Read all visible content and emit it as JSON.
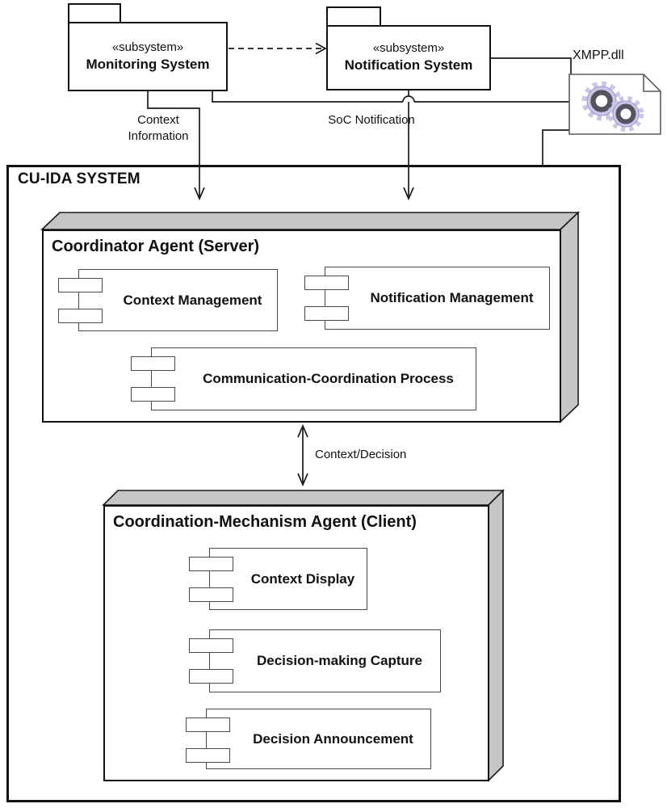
{
  "title_label": "CU-IDA SYSTEM",
  "packages": {
    "monitoring": {
      "stereotype": "«subsystem»",
      "name": "Monitoring System"
    },
    "notification": {
      "stereotype": "«subsystem»",
      "name": "Notification System"
    }
  },
  "artifact": {
    "label": "XMPP.dll"
  },
  "labels": {
    "context_info": "Context Information",
    "soc": "SoC Notification",
    "context_decision": "Context/Decision"
  },
  "nodes": {
    "server": {
      "title": "Coordinator Agent (Server)",
      "components": {
        "c1": "Context Management",
        "c2": "Notification Management",
        "c3": "Communication-Coordination Process"
      }
    },
    "client": {
      "title": "Coordination-Mechanism Agent (Client)",
      "components": {
        "c1": "Context Display",
        "c2": "Decision-making Capture",
        "c3": "Decision Announcement"
      }
    }
  },
  "colors": {
    "node_face": "#c6c6c6",
    "node_edge": "#1a1a1a",
    "line": "#1a1a1a",
    "artifact_edge": "#5c5c5c",
    "gear_body": "#c9c6ea",
    "gear_edge": "#9a97c4",
    "gear_ring": "#54545e"
  }
}
